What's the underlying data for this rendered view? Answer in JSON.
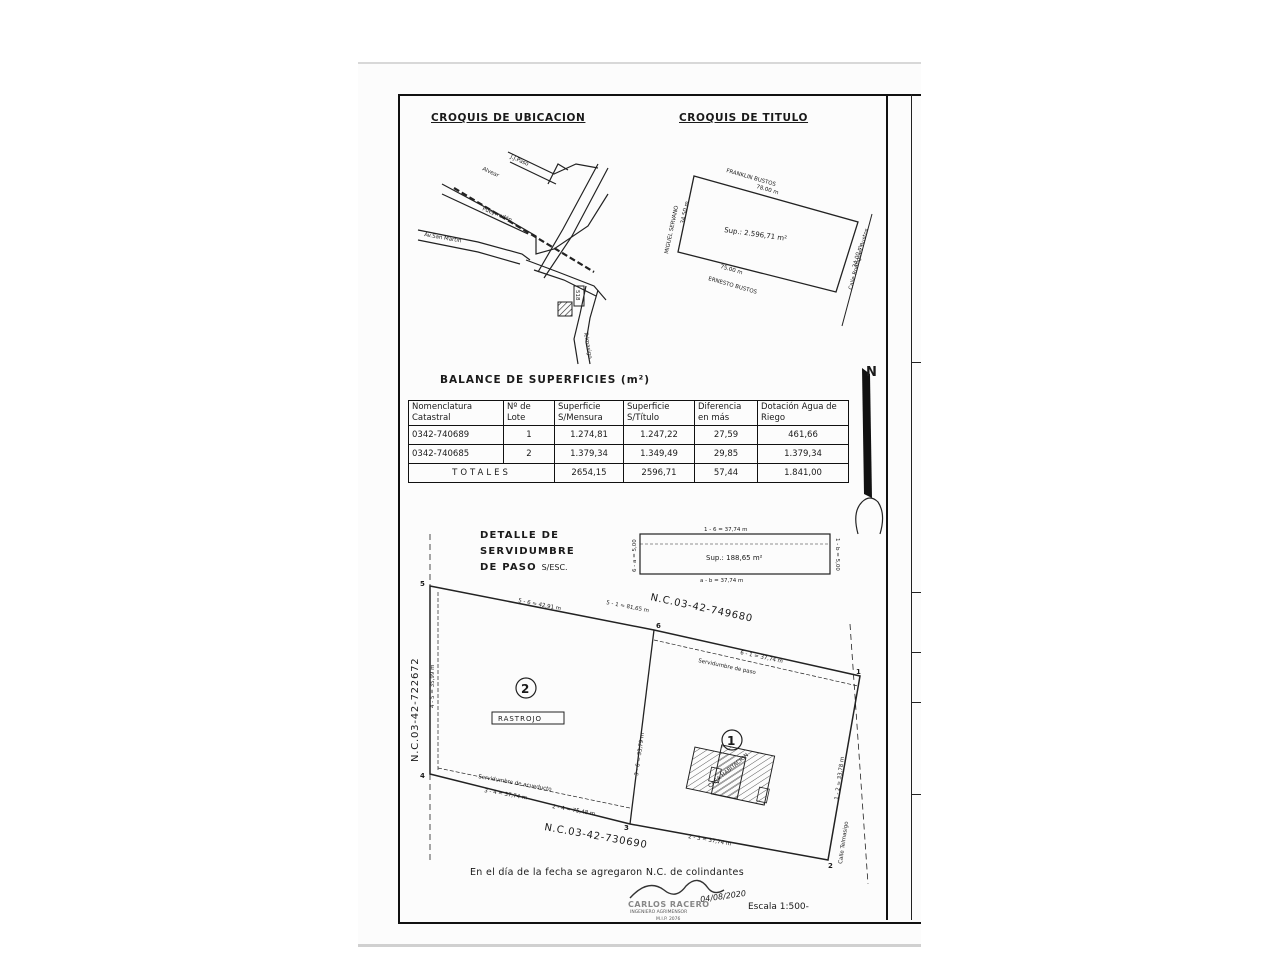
{
  "headers": {
    "ubicacion": "CROQUIS DE UBICACION",
    "titulo": "CROQUIS DE TITULO"
  },
  "ubicacion_labels": {
    "jj_paso": "J.J.Paso",
    "alvear": "Alvear",
    "pueyrredon": "Pueyrredón",
    "san_martin": "Av.San Martín",
    "telmasigo": "Telmasigo",
    "number": "518"
  },
  "titulo_labels": {
    "franklin": "FRANKLIN BUSTOS",
    "franklin_len": "78.00 m",
    "miguel": "MIGUEL SERVANO",
    "miguel_len": "34.50 m",
    "ernesto": "ERNESTO BUSTOS",
    "ernesto_len": "75.00 m",
    "calle": "Calle Rodríguez Bustos",
    "calle_len": "34.00 m",
    "sup_label": "Sup.: 2.596,71 m²"
  },
  "balance": {
    "title": "BALANCE DE SUPERFICIES (m²)",
    "columns": [
      "Nomenclatura Catastral",
      "Nº de Lote",
      "Superficie S/Mensura",
      "Superficie S/Título",
      "Diferencia en más",
      "Dotación Agua de Riego"
    ],
    "rows": [
      [
        "0342-740689",
        "1",
        "1.274,81",
        "1.247,22",
        "27,59",
        "461,66"
      ],
      [
        "0342-740685",
        "2",
        "1.379,34",
        "1.349,49",
        "29,85",
        "1.379,34"
      ]
    ],
    "totals_label": "TOTALES",
    "totals": [
      "2654,15",
      "2596,71",
      "57,44",
      "1.841,00"
    ]
  },
  "north": "N",
  "detalle": {
    "line1": "DETALLE DE",
    "line2": "SERVIDUMBRE",
    "line3": "DE PASO",
    "sub": "S/ESC.",
    "top_dim": "1 - 6 = 37,74 m",
    "bottom_dim": "a - b = 37,74 m",
    "sup": "Sup.: 188,65 m²",
    "left_dim": "6 - a = 5,00",
    "right_dim": "1 - b = 5,00"
  },
  "plan": {
    "nc_top": "N.C.03-42-749680",
    "nc_left": "N.C.03-42-722672",
    "nc_bottom": "N.C.03-42-730690",
    "lot1": "1",
    "lot2": "2",
    "rastrojo": "RASTROJO",
    "casa": "CASA HABITACION",
    "serv_paso": "Servidumbre de paso",
    "serv_acueducto": "Servidumbre de acueducto",
    "calle_telmasigo": "Calle Telmasigo",
    "dim_5_6": "5 - 6 = 42,91 m",
    "dim_5_1": "5 - 1 = 81,65 m",
    "dim_6_1": "6 - 1 = 37,74 m",
    "dim_3_6": "3 - 6 = 33,79 m",
    "dim_1_2": "1 - 2 = 33,78 m",
    "dim_4_5": "4 - 5 = 35,99 m",
    "dim_3_4": "3 - 4 = 37,74 m",
    "dim_2_3": "2 - 3 = 37,74 m",
    "dim_2_4": "2 - 4 = 75,48 m",
    "p1": "1",
    "p2": "2",
    "p3": "3",
    "p4": "4",
    "p5": "5",
    "p6": "6"
  },
  "note": "En el día de la fecha se agregaron N.C. de colindantes",
  "signature": {
    "name": "CARLOS RACERO",
    "date": "04/08/2020",
    "line2": "INGENIERO AGRIMENSOR",
    "line3": "M.I.P. 2076"
  },
  "scale": "Escala 1:500-"
}
